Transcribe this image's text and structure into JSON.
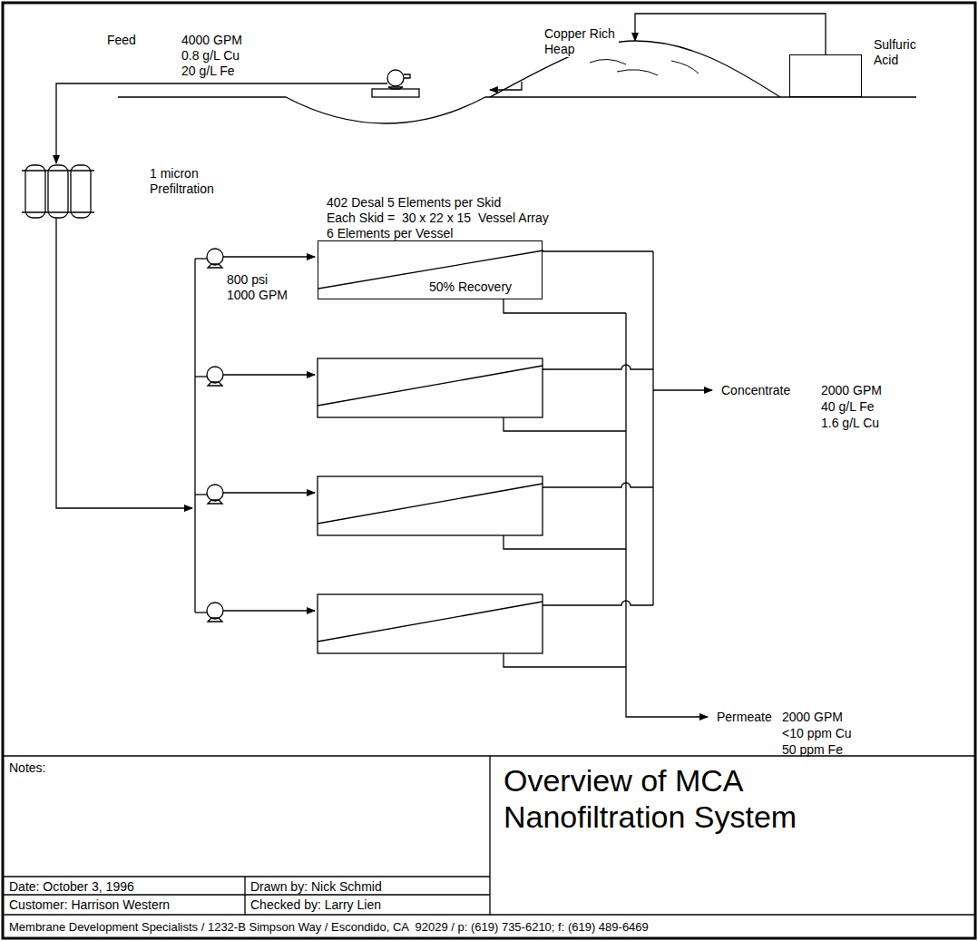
{
  "diagram": {
    "title": "Overview of MCA Nanofiltration System",
    "nodes": [
      {
        "text": [
          "Copper Rich Heap"
        ]
      },
      {
        "text": [
          "Sulfuric Acid"
        ]
      },
      {
        "text": [
          "50% Recovery"
        ]
      }
    ],
    "edges": [
      {
        "from": 1,
        "to": 0,
        "arrow": "to"
      }
    ],
    "labels": [
      "Feed",
      "4000 GPM",
      "0.8 g/L Cu",
      "20 g/L Fe",
      "1 micron",
      "Prefiltration",
      "402 Desal 5 Elements per Skid",
      "Each Skid =  30 x 22 x 15  Vessel Array",
      "6 Elements per Vessel",
      "800 psi",
      "1000 GPM",
      "Concentrate",
      "2000 GPM",
      "40 g/L Fe",
      "1.6 g/L Cu",
      "Permeate",
      "2000 GPM",
      "<10 ppm Cu",
      "50 ppm Fe",
      "Notes:",
      "Date: October 3, 1996",
      "Drawn by: Nick Schmid",
      "Customer: Harrison Western",
      "Checked by: Larry Lien",
      "Membrane Development Specialists / 1232-B Simpson Way / Escondido, CA  92029 / p: (619) 735-6210; f: (619) 489-6469"
    ]
  }
}
